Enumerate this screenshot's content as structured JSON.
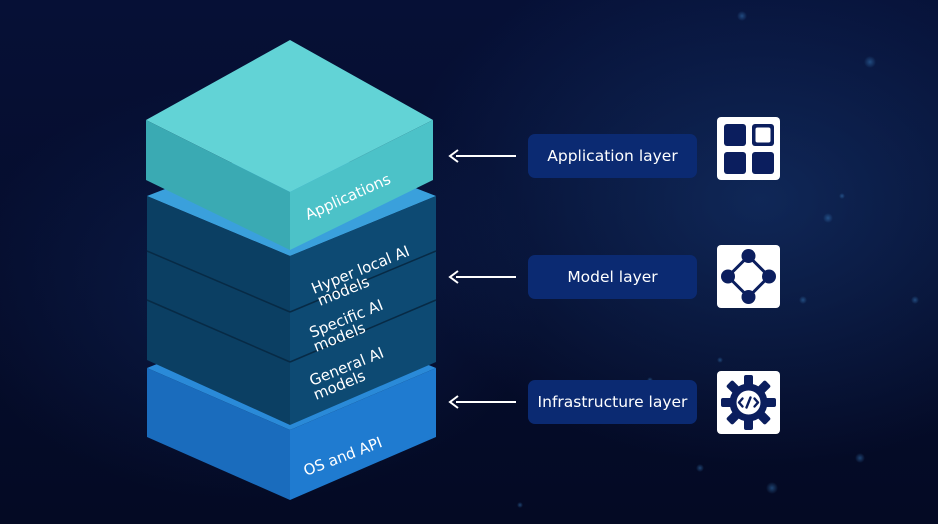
{
  "stack": {
    "blocks": [
      {
        "label": "Applications"
      },
      {
        "label_line1": "Hyper local AI",
        "label_line2": "models"
      },
      {
        "label_line1": "Specific AI",
        "label_line2": "models"
      },
      {
        "label_line1": "General AI",
        "label_line2": "models"
      },
      {
        "label": "OS and API"
      }
    ]
  },
  "layers": [
    {
      "label": "Application layer",
      "icon": "grid-apps-icon"
    },
    {
      "label": "Model layer",
      "icon": "network-nodes-icon"
    },
    {
      "label": "Infrastructure layer",
      "icon": "gear-code-icon"
    }
  ],
  "colors": {
    "applications_top": "#5ed0d4",
    "applications_left": "#3fb0b8",
    "applications_right": "#4cc4c9",
    "models_top": "#3aa0dc",
    "models_face": "#0c4a72",
    "os_top": "#2a8ad8",
    "os_face": "#1b6fc0",
    "pill": "#0b2a72",
    "icon_glyph": "#0b1e5e"
  }
}
